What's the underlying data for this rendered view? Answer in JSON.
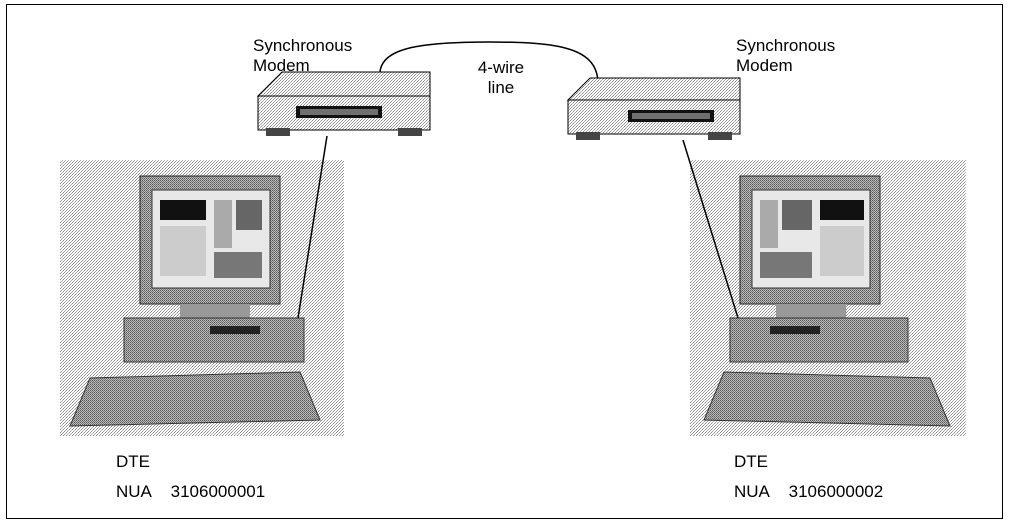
{
  "labels": {
    "modem_left_line1": "Synchronous",
    "modem_left_line2": "Modem",
    "modem_right_line1": "Synchronous",
    "modem_right_line2": "Modem",
    "line_line1": "4-wire",
    "line_line2": "line"
  },
  "dte_left": {
    "title": "DTE",
    "nua_label": "NUA",
    "nua_value": "3106000001"
  },
  "dte_right": {
    "title": "DTE",
    "nua_label": "NUA",
    "nua_value": "3106000002"
  },
  "icons": [
    "modem-icon",
    "computer-icon"
  ]
}
